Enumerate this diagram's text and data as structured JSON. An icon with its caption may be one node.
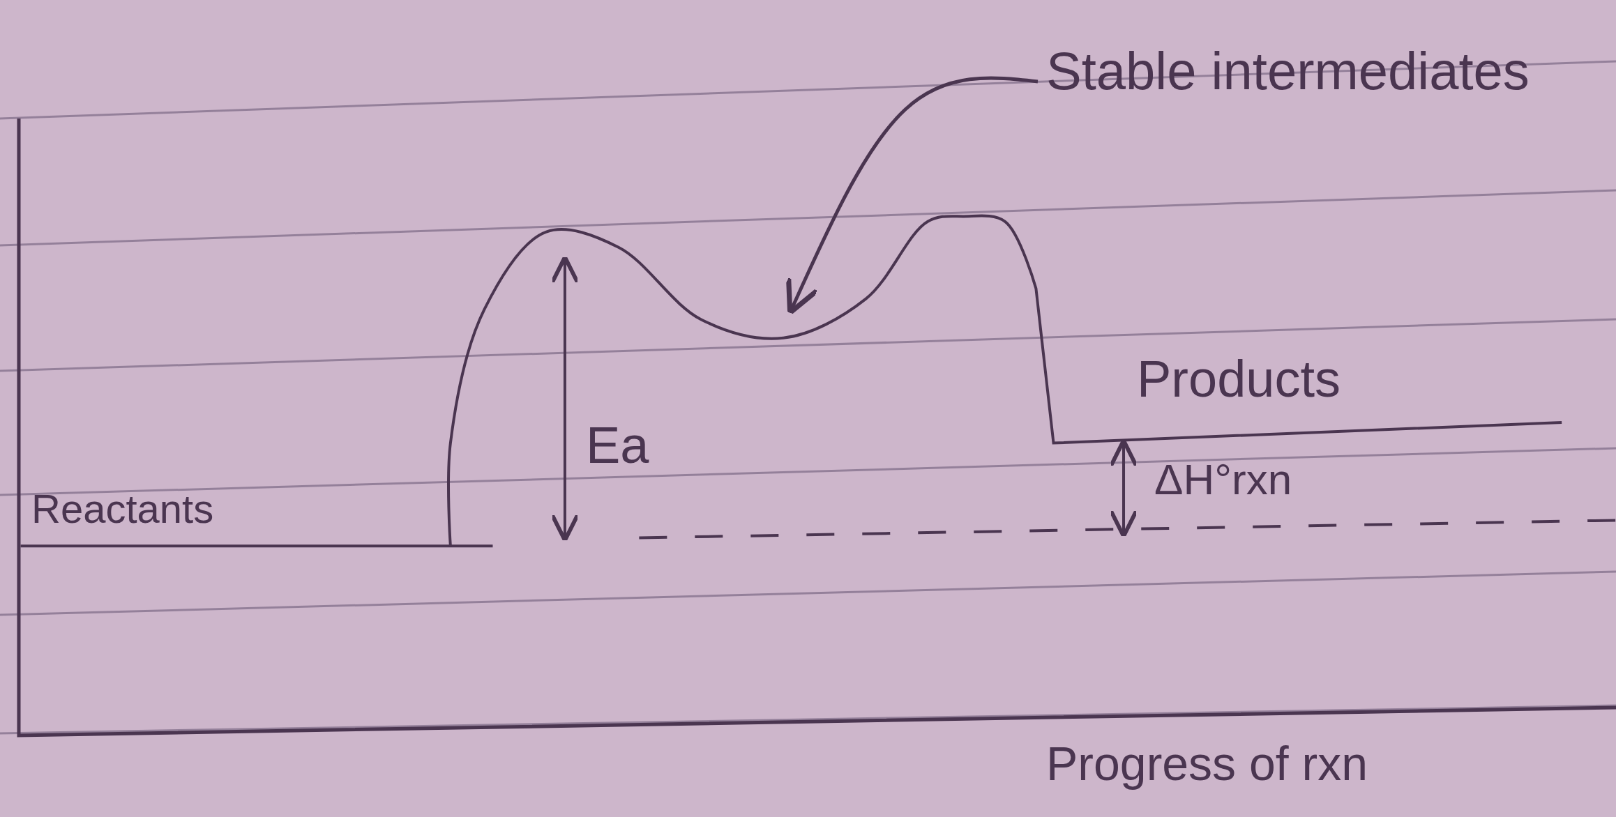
{
  "diagram": {
    "nodes": [
      {
        "text": [
          "Stable intermediates"
        ]
      },
      {
        "text": [],
        "shape": "curve"
      }
    ],
    "edges": [
      {
        "from": 0,
        "to": 1,
        "arrow": "to"
      }
    ],
    "labels": [
      "Reactants",
      "Ea",
      "Products",
      "ΔH°rxn",
      "Progress of rxn"
    ]
  }
}
